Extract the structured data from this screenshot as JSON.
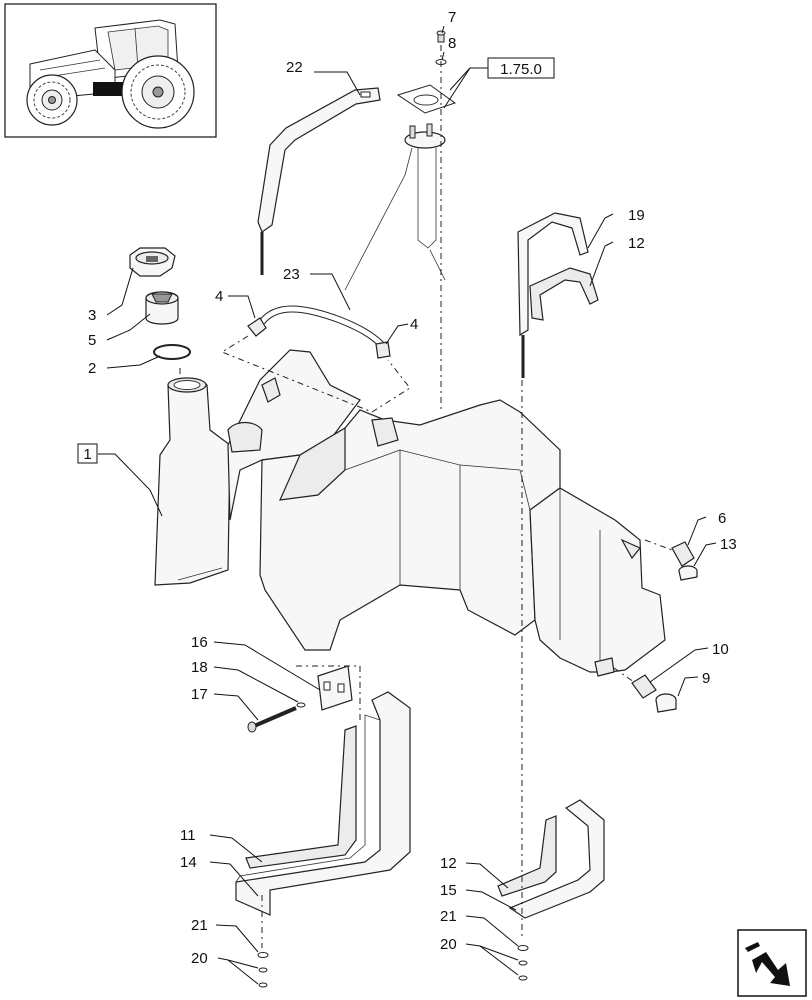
{
  "thumbnail": {
    "icon": "tractor-icon"
  },
  "nav": {
    "icon": "next-page-arrow-icon"
  },
  "boxed_refs": {
    "tank": "1",
    "sender_group": "1.75.0"
  },
  "callouts": {
    "c2": "2",
    "c3": "3",
    "c4a": "4",
    "c4b": "4",
    "c5": "5",
    "c6": "6",
    "c7": "7",
    "c8": "8",
    "c9": "9",
    "c10": "10",
    "c11": "11",
    "c12a": "12",
    "c12b": "12",
    "c13": "13",
    "c14": "14",
    "c15": "15",
    "c16": "16",
    "c17": "17",
    "c18": "18",
    "c19": "19",
    "c20a": "20",
    "c20b": "20",
    "c21a": "21",
    "c21b": "21",
    "c22": "22",
    "c23": "23"
  }
}
